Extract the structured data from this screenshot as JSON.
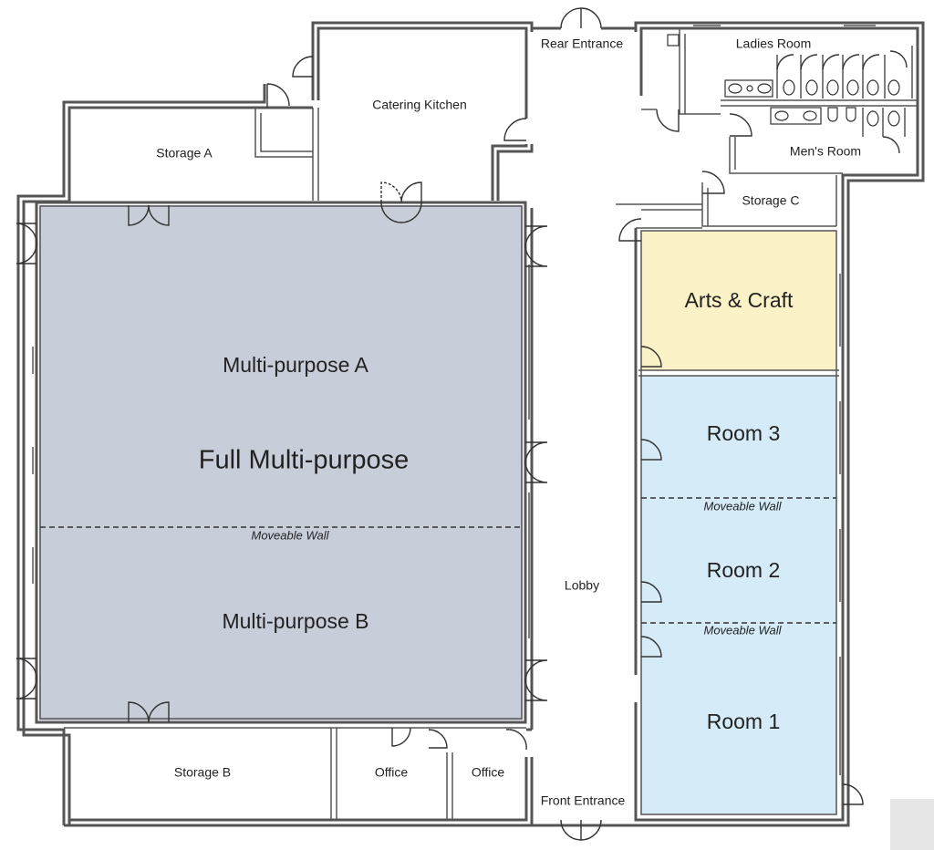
{
  "colors": {
    "multipurpose": "#c8ced9",
    "arts_craft": "#fbf2c7",
    "rooms": "#d5ebf8",
    "walls": "#555555",
    "background": "#ffffff"
  },
  "rooms": {
    "storage_a": "Storage A",
    "catering_kitchen": "Catering Kitchen",
    "rear_entrance": "Rear Entrance",
    "ladies_room": "Ladies Room",
    "mens_room": "Men's Room",
    "storage_c": "Storage C",
    "arts_craft": "Arts & Craft",
    "multipurpose_a": "Multi-purpose A",
    "full_multipurpose": "Full Multi-purpose",
    "multipurpose_b": "Multi-purpose B",
    "room_3": "Room 3",
    "room_2": "Room 2",
    "room_1": "Room 1",
    "lobby": "Lobby",
    "storage_b": "Storage B",
    "office_left": "Office",
    "office_right": "Office",
    "front_entrance": "Front Entrance"
  },
  "moveable_walls": {
    "multipurpose": "Moveable Wall",
    "rooms_upper": "Moveable Wall",
    "rooms_lower": "Moveable Wall"
  }
}
